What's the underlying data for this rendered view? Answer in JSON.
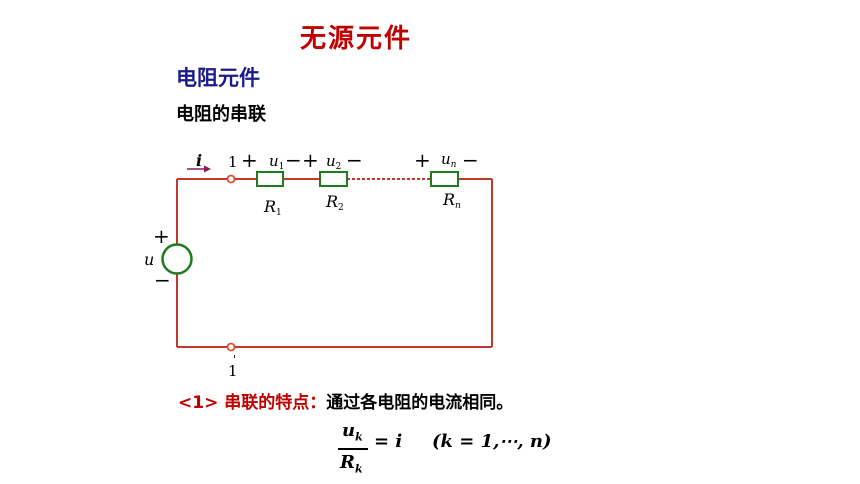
{
  "title": "无源元件",
  "section": "电阻元件",
  "subsection": "电阻的串联",
  "circuit": {
    "current_label": "i",
    "node_top": "1",
    "node_bottom": "1",
    "node_bottom_prime": "'",
    "source_label": "u",
    "plus": "+",
    "minus": "−",
    "resistors": [
      {
        "name": "R",
        "sub": "1",
        "voltage": "u",
        "vsub": "1"
      },
      {
        "name": "R",
        "sub": "2",
        "voltage": "u",
        "vsub": "2"
      },
      {
        "name": "R",
        "sub": "n",
        "voltage": "u",
        "vsub": "n"
      }
    ],
    "colors": {
      "wire": "#c0392b",
      "resistor": "#1e7b1e",
      "source": "#1e7b1e",
      "current_arrow": "#8b1a5a"
    }
  },
  "feature": {
    "label": "<1> 串联的特点：",
    "text": "通过各电阻的电流相同。"
  },
  "formula": {
    "num": "u",
    "num_sub": "k",
    "den": "R",
    "den_sub": "k",
    "rhs": "= i",
    "condition": "(k = 1,⋯, n)"
  }
}
